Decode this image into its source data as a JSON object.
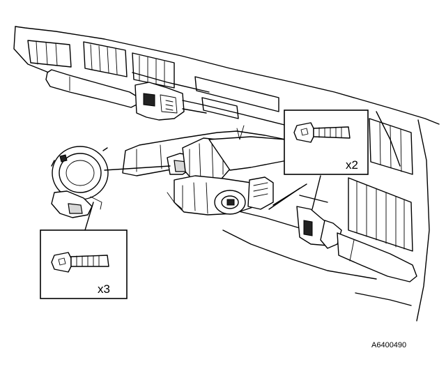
{
  "callouts": [
    {
      "id": "bolt-right",
      "label": "x2",
      "icon": "bolt-icon"
    },
    {
      "id": "bolt-left",
      "label": "x3",
      "icon": "bolt-icon"
    }
  ],
  "figure_id": "A6400490"
}
